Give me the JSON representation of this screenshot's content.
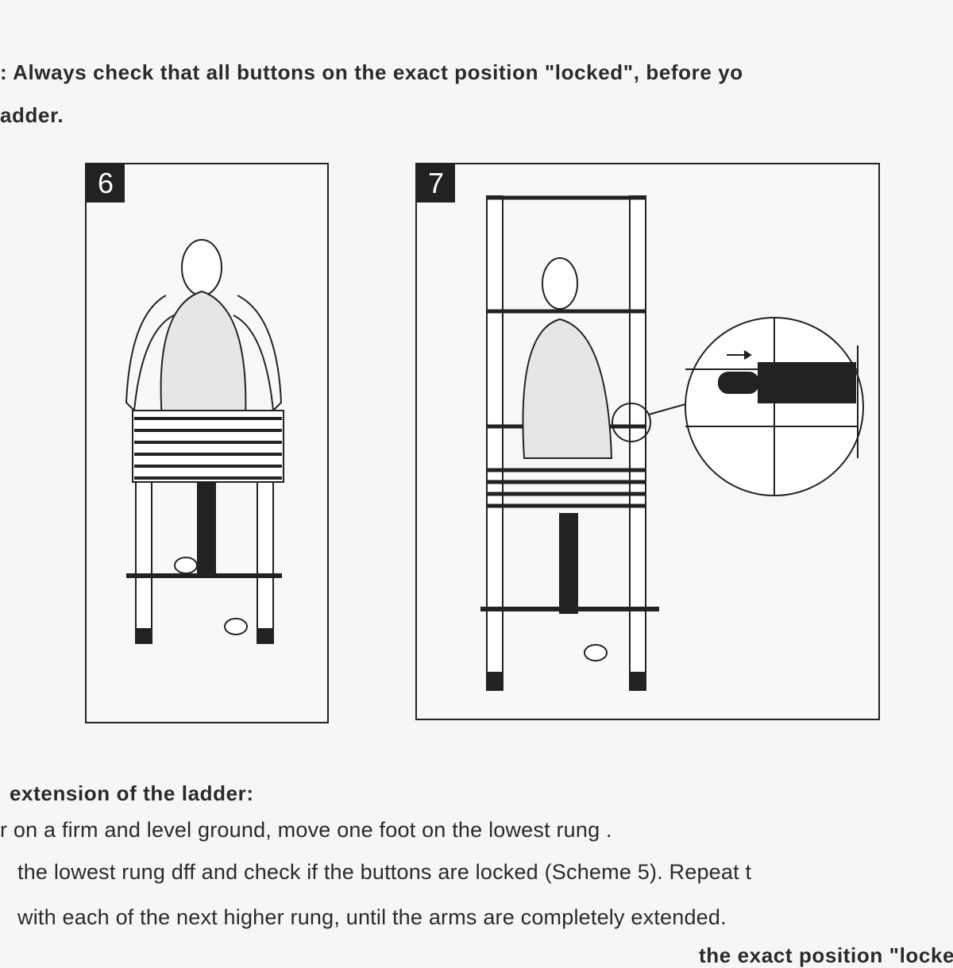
{
  "warning": {
    "line1": ": Always check that all buttons on the exact position \"locked\", before yo",
    "line2": "adder."
  },
  "figures": [
    {
      "number": "6"
    },
    {
      "number": "7"
    }
  ],
  "section": {
    "heading": "extension of the ladder:",
    "lines": [
      "r on a firm and level ground, move one foot on the lowest rung .",
      "the lowest rung dff and check if the buttons are locked (Scheme 5). Repeat t",
      "with each of the next higher rung, until the arms are completely extended.",
      "the exact position \"locked\""
    ]
  }
}
